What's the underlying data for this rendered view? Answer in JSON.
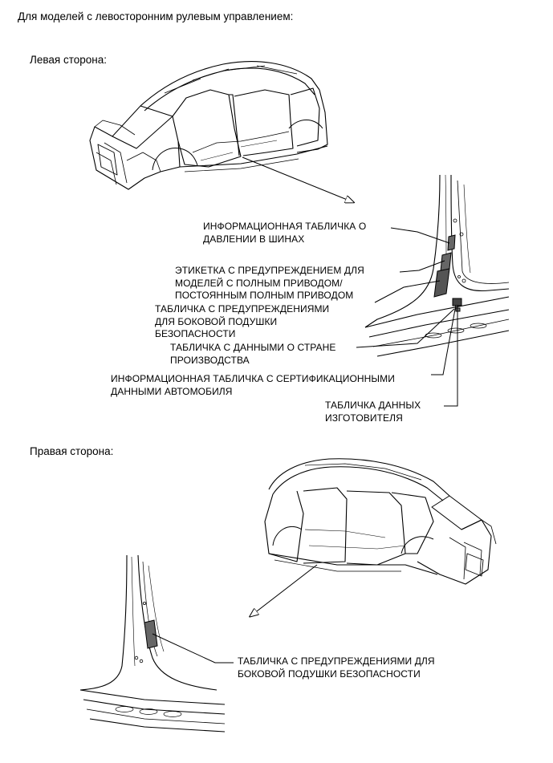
{
  "header": "Для моделей с левосторонним рулевым управлением:",
  "left_side": {
    "title": "Левая сторона:",
    "labels": {
      "tire_pressure": [
        "ИНФОРМАЦИОННАЯ ТАБЛИЧКА О",
        "ДАВЛЕНИИ В ШИНАХ"
      ],
      "awd_warning": [
        "ЭТИКЕТКА С ПРЕДУПРЕЖДЕНИЕМ ДЛЯ",
        "МОДЕЛЕЙ С ПОЛНЫМ ПРИВОДОМ/",
        "ПОСТОЯННЫМ ПОЛНЫМ ПРИВОДОМ"
      ],
      "side_airbag": [
        "ТАБЛИЧКА С ПРЕДУПРЕЖДЕНИЯМИ",
        "ДЛЯ БОКОВОЙ ПОДУШКИ",
        "БЕЗОПАСНОСТИ"
      ],
      "country": [
        "ТАБЛИЧКА С ДАННЫМИ О СТРАНЕ",
        "ПРОИЗВОДСТВА"
      ],
      "certification": [
        "ИНФОРМАЦИОННАЯ ТАБЛИЧКА С СЕРТИФИКАЦИОННЫМИ",
        "ДАННЫМИ АВТОМОБИЛЯ"
      ],
      "manufacturer": [
        "ТАБЛИЧКА ДАННЫХ",
        "ИЗГОТОВИТЕЛЯ"
      ]
    }
  },
  "right_side": {
    "title": "Правая сторона:",
    "labels": {
      "side_airbag": [
        "ТАБЛИЧКА С ПРЕДУПРЕЖДЕНИЯМИ ДЛЯ",
        "БОКОВОЙ ПОДУШКИ БЕЗОПАСНОСТИ"
      ]
    }
  }
}
